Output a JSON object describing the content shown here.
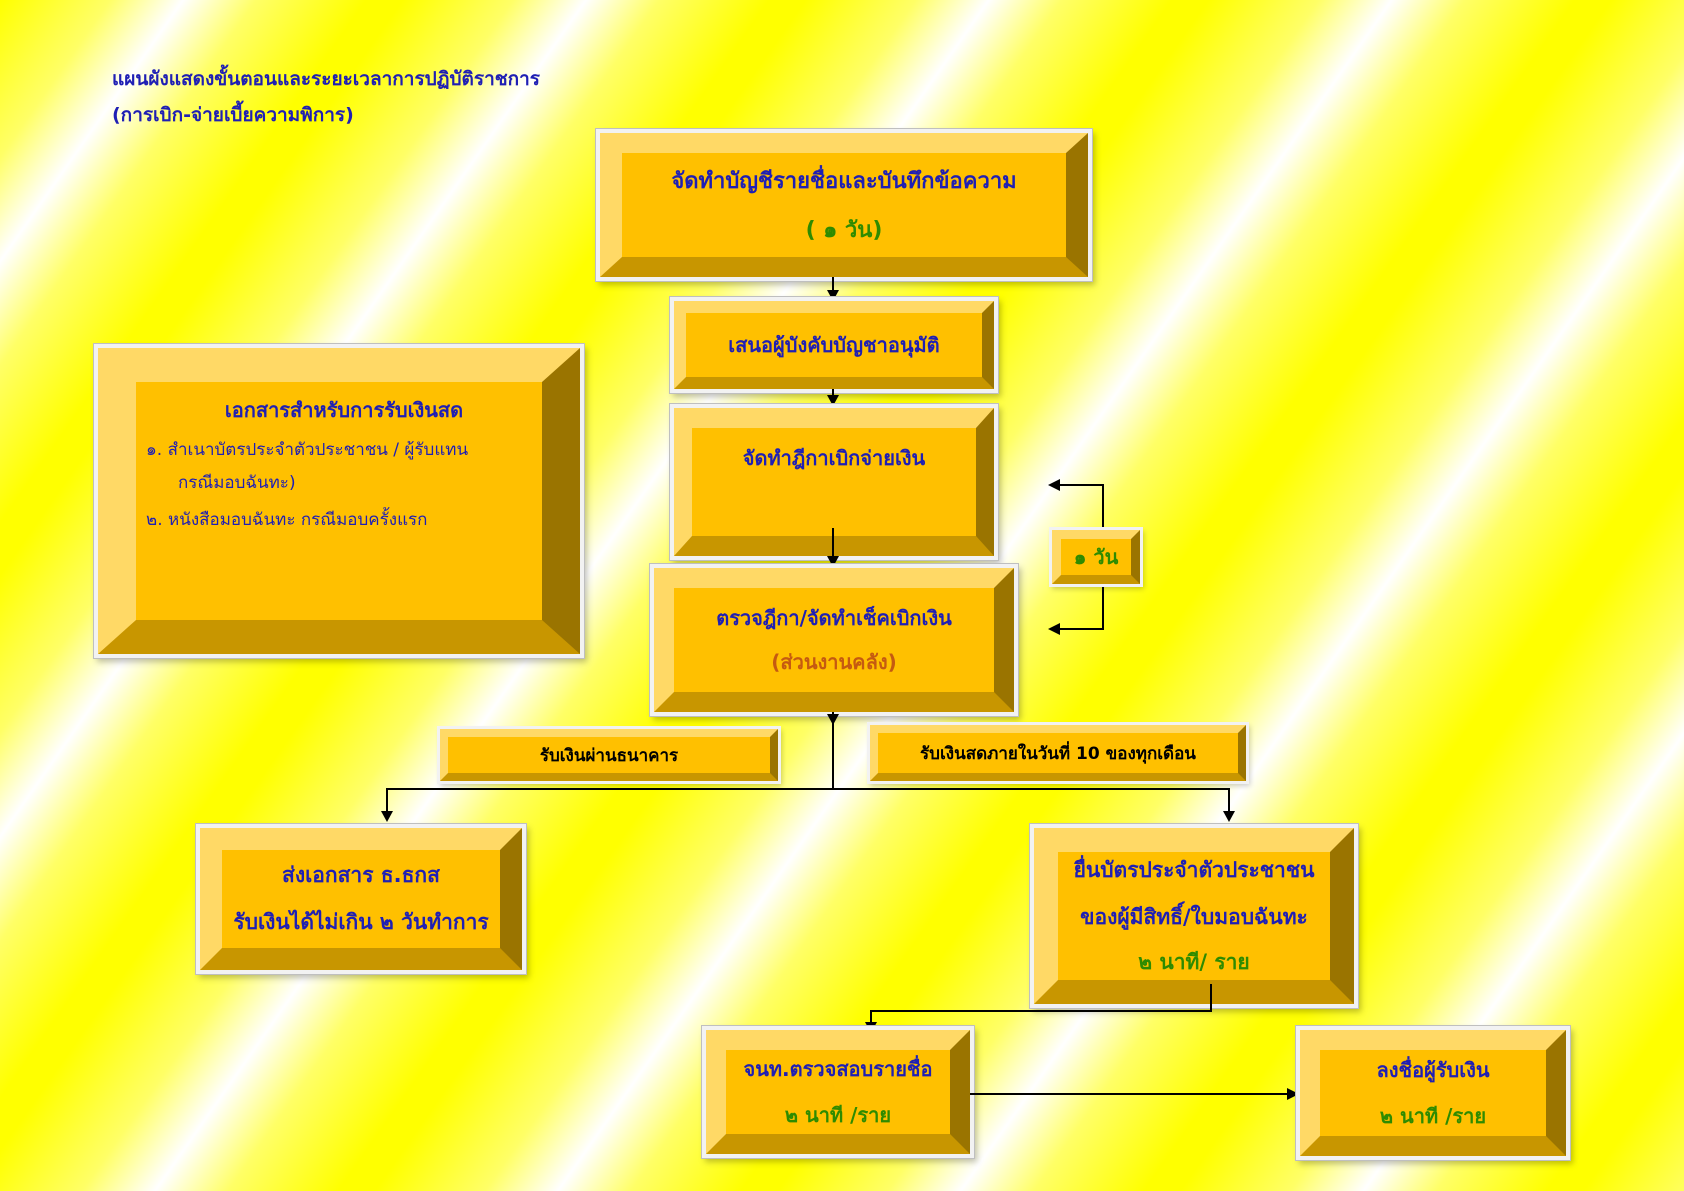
{
  "title": {
    "line1": "แผนผังแสดงขั้นตอนและระยะเวลาการปฏิบัติราชการ",
    "line2": "(การเบิก-จ่ายเบี้ยความพิการ)"
  },
  "steps": {
    "list_names": {
      "text": "จัดทำบัญชีรายชื่อและบันทึกข้อความ",
      "duration": "( ๑ วัน)"
    },
    "propose": {
      "text": "เสนอผู้บังคับบัญชาอนุมัติ"
    },
    "prepare_voucher": {
      "text": "จัดทำฎีกาเบิกจ่ายเงิน"
    },
    "check_voucher": {
      "text": "ตรวจฎีกา/จัดทำเช็คเบิกเงิน",
      "unit": "(ส่วนงานคลัง)"
    },
    "send_docs": {
      "line1": "ส่งเอกสาร ธ.ธกส",
      "line2": "รับเงินได้ไม่เกิน ๒ วันทำการ"
    },
    "submit_id": {
      "line1": "ยื่นบัตรประจำตัวประชาชน",
      "line2": "ของผู้มีสิทธิ์/ใบมอบฉันทะ",
      "duration": "๒ นาที/ ราย"
    },
    "officer_check": {
      "text": "จนท.ตรวจสอบรายชื่อ",
      "duration": "๒ นาที /ราย"
    },
    "sign": {
      "text": "ลงชื่อผู้รับเงิน",
      "duration": "๒ นาที /ราย"
    }
  },
  "side_duration": "๑ วัน",
  "branches": {
    "bank": "รับเงินผ่านธนาคาร",
    "cash": "รับเงินสดภายในวันที่ 10 ของทุกเดือน"
  },
  "documents": {
    "heading": "เอกสารสำหรับการรับเงินสด",
    "item1_line1": "๑. สำเนาบัตรประจำตัวประชาชน / ผู้รับแทน",
    "item1_line2": "กรณีมอบฉันทะ)",
    "item2": "๒. หนังสือมอบฉันทะ  กรณีมอบครั้งแรก"
  }
}
